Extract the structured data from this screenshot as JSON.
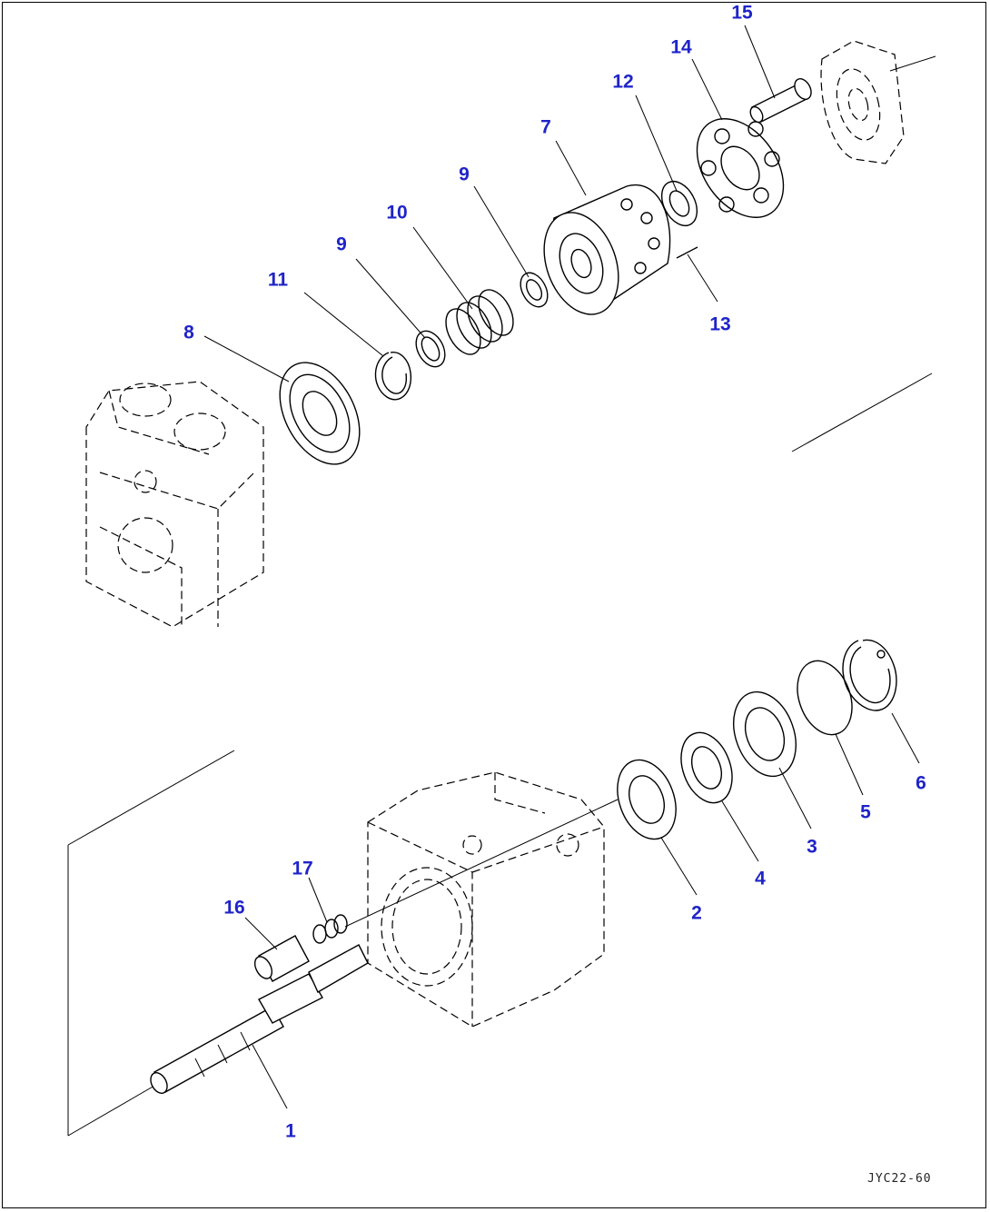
{
  "drawing_code": "JYC22-60",
  "callouts": [
    {
      "id": "c15",
      "label": "15"
    },
    {
      "id": "c14",
      "label": "14"
    },
    {
      "id": "c12",
      "label": "12"
    },
    {
      "id": "c7",
      "label": "7"
    },
    {
      "id": "c9a",
      "label": "9"
    },
    {
      "id": "c10",
      "label": "10"
    },
    {
      "id": "c9b",
      "label": "9"
    },
    {
      "id": "c11",
      "label": "11"
    },
    {
      "id": "c8",
      "label": "8"
    },
    {
      "id": "c13",
      "label": "13"
    },
    {
      "id": "c1",
      "label": "1"
    },
    {
      "id": "c2",
      "label": "2"
    },
    {
      "id": "c3",
      "label": "3"
    },
    {
      "id": "c4",
      "label": "4"
    },
    {
      "id": "c5",
      "label": "5"
    },
    {
      "id": "c6",
      "label": "6"
    },
    {
      "id": "c16",
      "label": "16"
    },
    {
      "id": "c17",
      "label": "17"
    }
  ],
  "colors": {
    "callout": "#1f24c8",
    "line": "#000000"
  }
}
